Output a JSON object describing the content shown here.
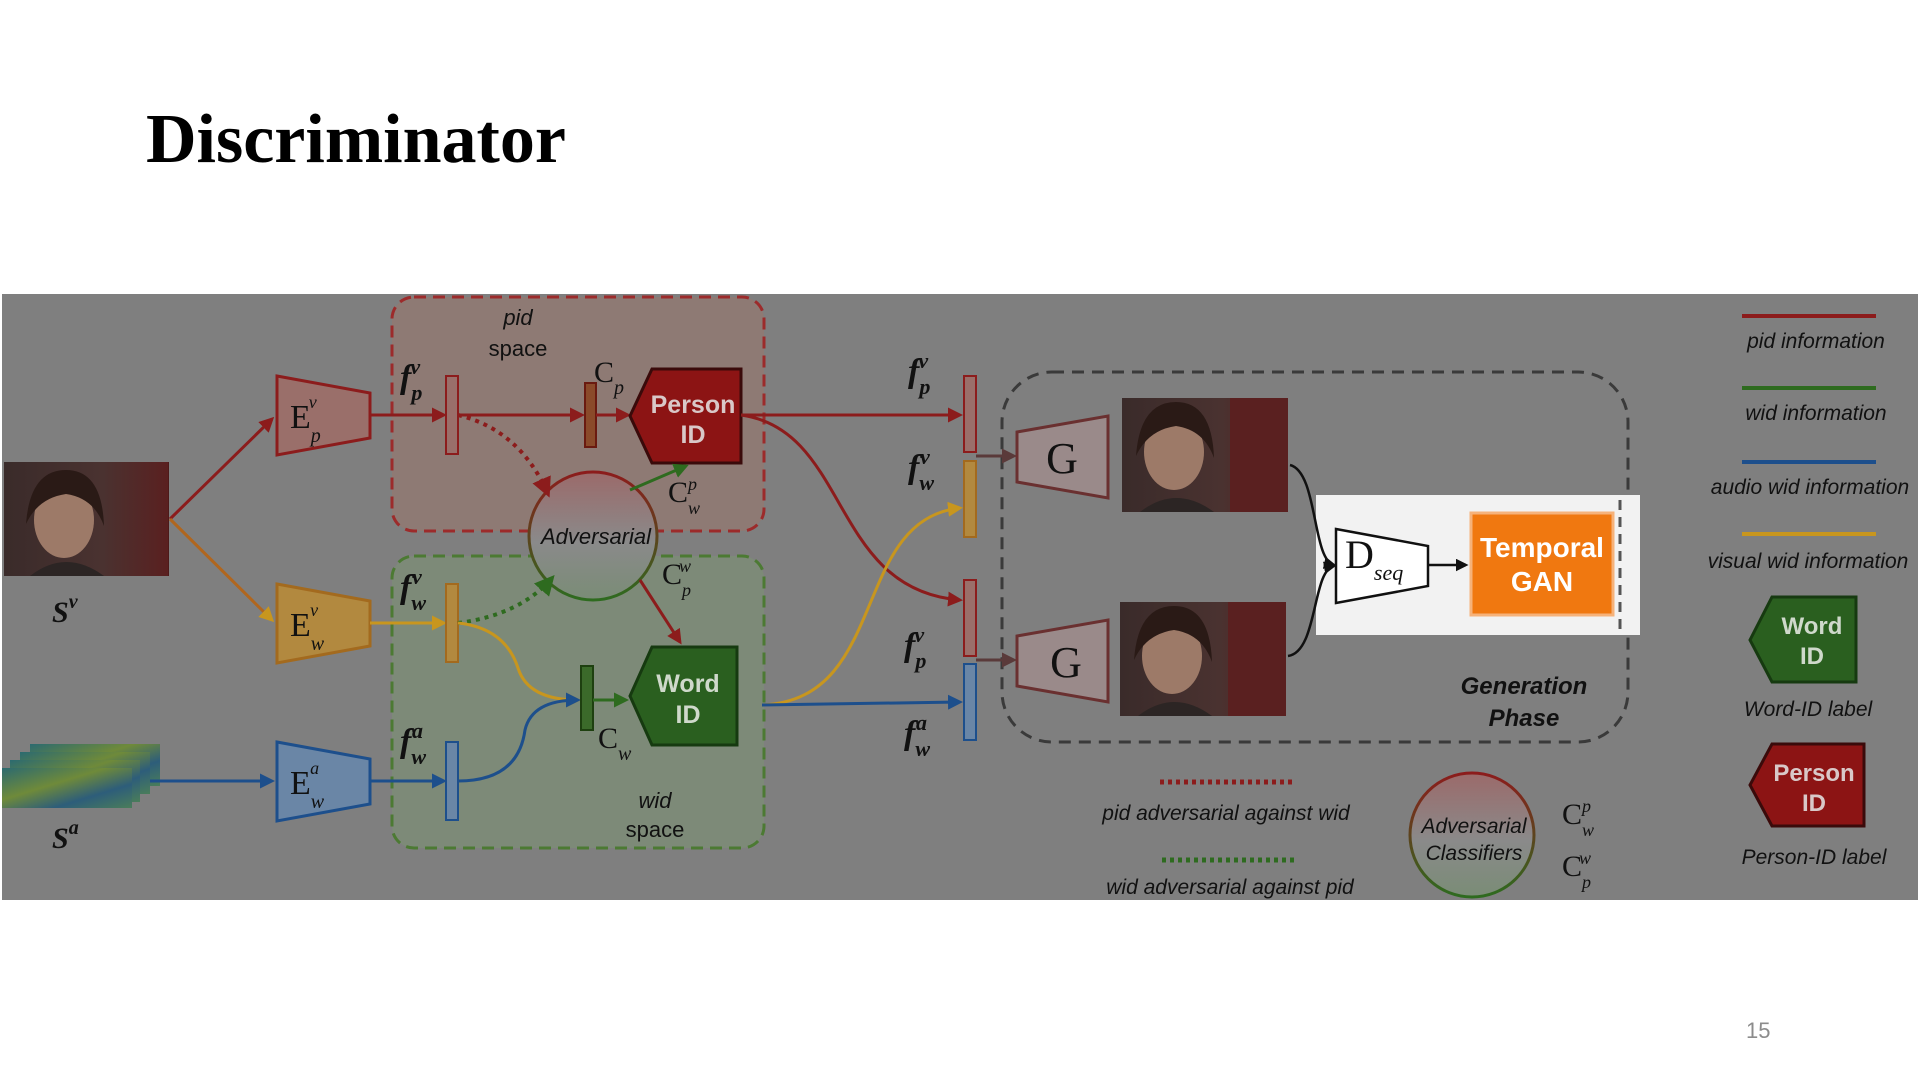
{
  "slide": {
    "title": "Discriminator",
    "page_number": "15"
  },
  "inputs": {
    "visual_label": "S",
    "visual_sup": "v",
    "audio_label": "S",
    "audio_sup": "a"
  },
  "encoders": [
    {
      "id": "Ep",
      "base": "E",
      "sub": "p",
      "sup": "v"
    },
    {
      "id": "Ewv",
      "base": "E",
      "sub": "w",
      "sup": "v"
    },
    {
      "id": "Ewa",
      "base": "E",
      "sub": "w",
      "sup": "a"
    }
  ],
  "spaces": {
    "pid_line1": "pid",
    "pid_line2": "space",
    "wid_line1": "wid",
    "wid_line2": "space"
  },
  "features": {
    "fpv": {
      "base": "f",
      "sub": "p",
      "sup": "v"
    },
    "fwv": {
      "base": "f",
      "sub": "w",
      "sup": "v"
    },
    "fwa": {
      "base": "f",
      "sub": "w",
      "sup": "a"
    }
  },
  "classifiers": {
    "cp": {
      "base": "C",
      "sub": "p"
    },
    "cw": {
      "base": "C",
      "sub": "w"
    },
    "cwp": {
      "base": "C",
      "sub": "w",
      "sup": "p"
    },
    "cpw": {
      "base": "C",
      "sub": "p",
      "sup": "w"
    }
  },
  "labels": {
    "person_id_line1": "Person",
    "person_id_line2": "ID",
    "word_id_line1": "Word",
    "word_id_line2": "ID",
    "adversarial": "Adversarial"
  },
  "generation": {
    "generator": "G",
    "phase_line1": "Generation",
    "phase_line2": "Phase",
    "dseq_base": "D",
    "dseq_sub": "seq",
    "temporal_gan_line1": "Temporal",
    "temporal_gan_line2": "GAN"
  },
  "legend": {
    "pid_information": "pid information",
    "wid_information": "wid information",
    "audio_wid_information": "audio wid information",
    "visual_wid_information": "visual wid information",
    "word_id_label": "Word-ID label",
    "person_id_label": "Person-ID label",
    "pid_adversarial": "pid adversarial against wid",
    "wid_adversarial": "wid adversarial against pid",
    "adversarial_classifiers_line1": "Adversarial",
    "adversarial_classifiers_line2": "Classifiers"
  },
  "colors": {
    "overlay": "#7f7f7f",
    "pid": "#8c1c1c",
    "wid": "#2e6b1f",
    "audio": "#1d4f8c",
    "visual": "#c8961e",
    "temporal_gan": "#f07810",
    "highlight_bg": "#f2f2f2"
  }
}
